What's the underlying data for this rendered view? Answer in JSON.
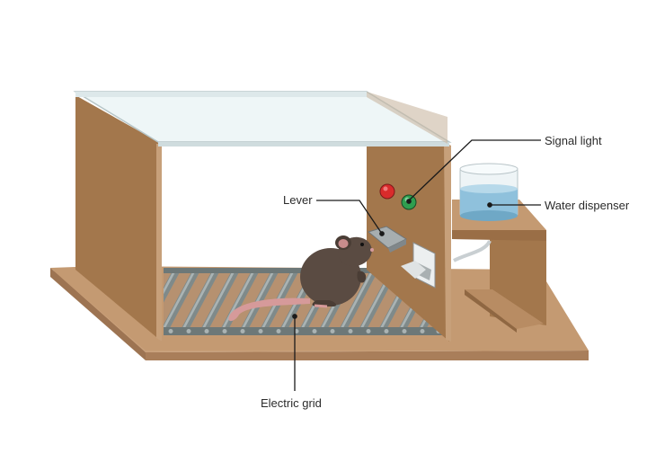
{
  "labels": {
    "signal_light": "Signal light",
    "water_dispenser": "Water dispenser",
    "lever": "Lever",
    "electric_grid": "Electric grid"
  },
  "colors": {
    "wood_panel": "#a3774c",
    "wood_base": "#c49a72",
    "signal_red": "#d92b2b",
    "signal_green": "#2f9e4f",
    "water": "#8fc1dc",
    "mouse": "#5a4b42"
  }
}
